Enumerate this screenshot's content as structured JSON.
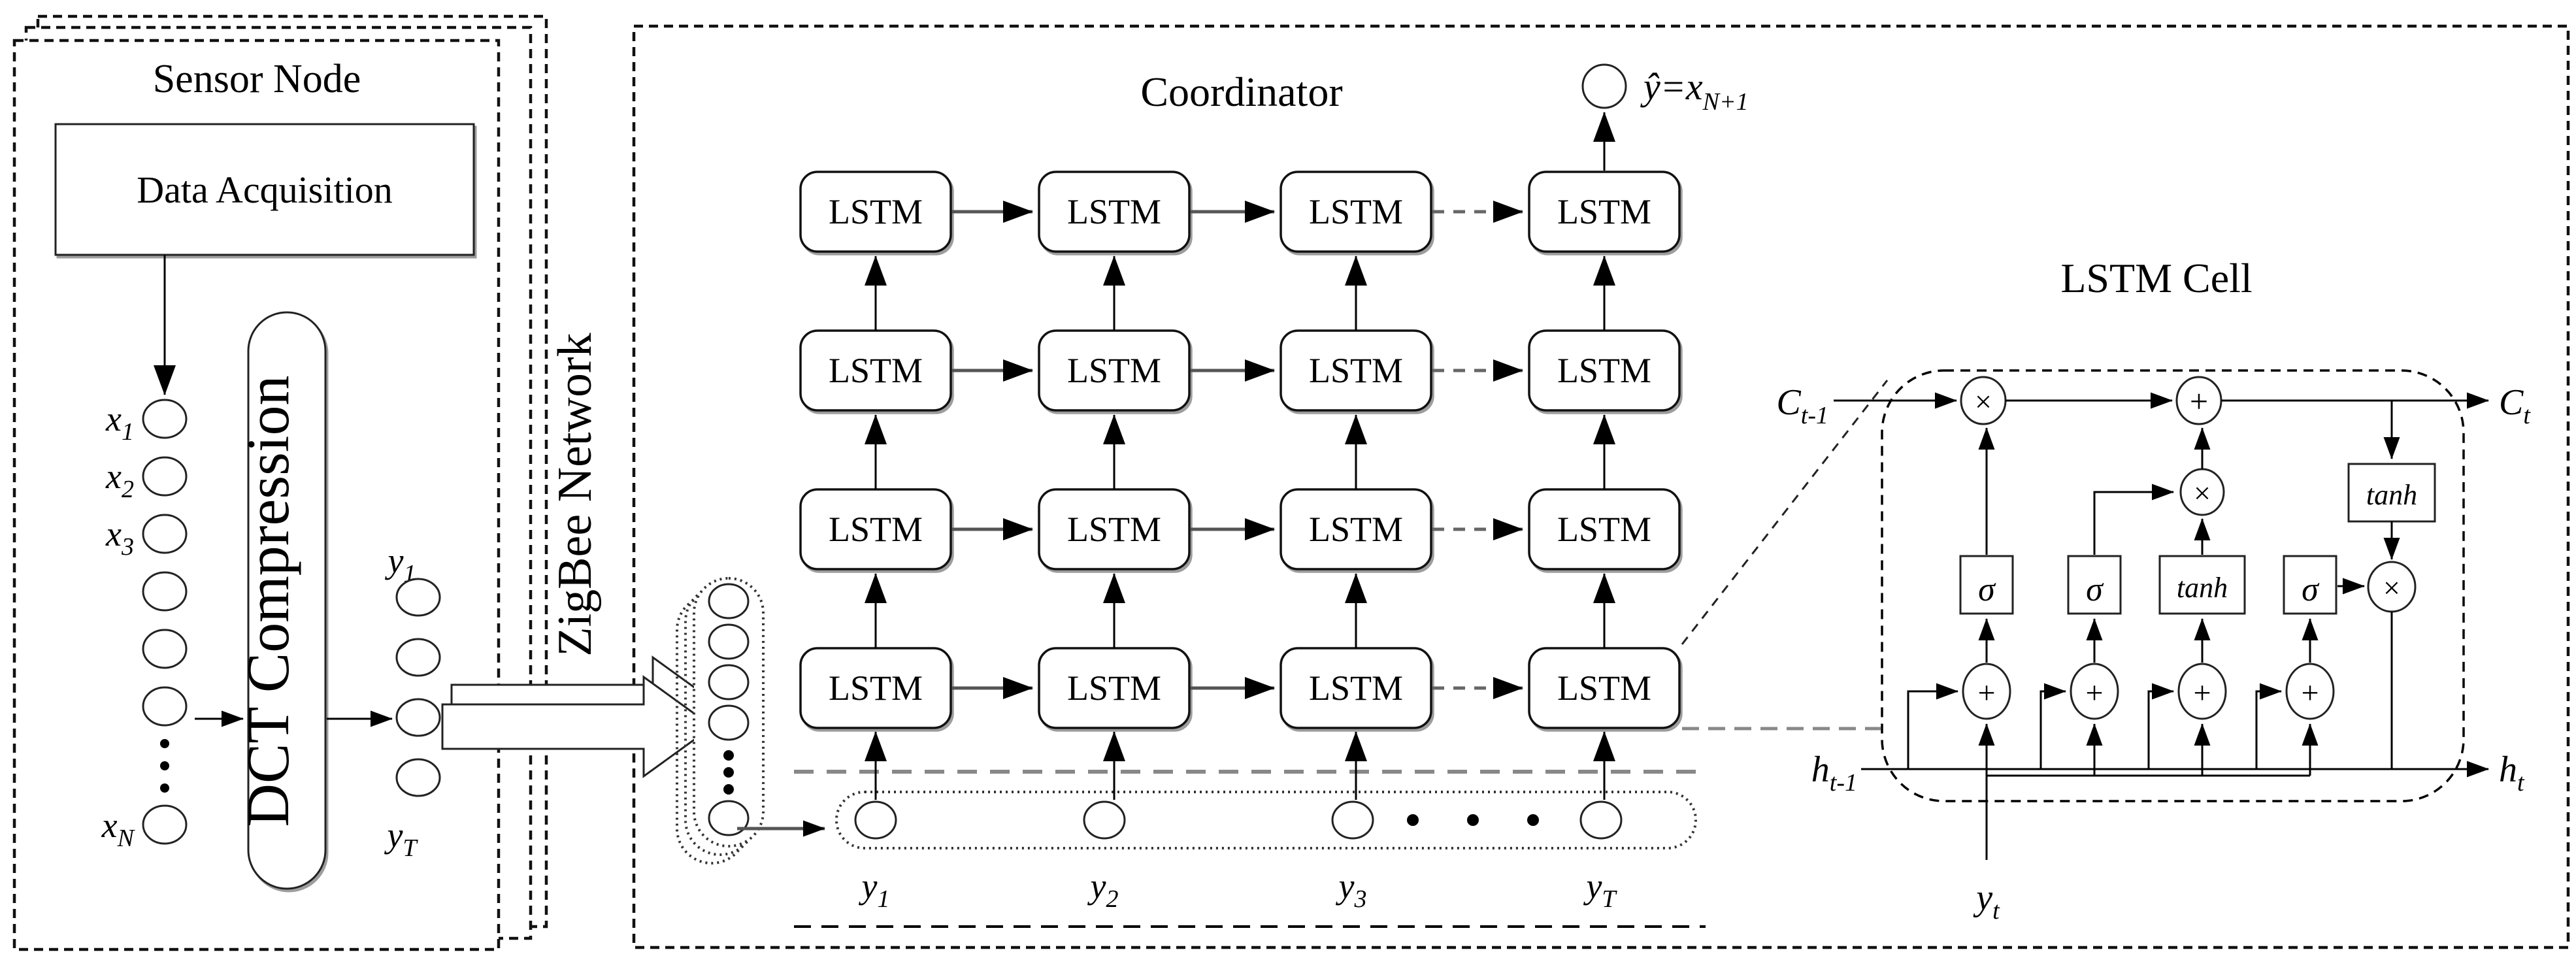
{
  "figure": {
    "background": "#ffffff",
    "line_color": "#000000",
    "gray_color": "#808080"
  },
  "sensor_node": {
    "title": "Sensor Node",
    "acquisition_label": "Data Acquisition",
    "compression_label": "DCT Compression",
    "inputs": [
      {
        "base": "x",
        "sub": "1"
      },
      {
        "base": "x",
        "sub": "2"
      },
      {
        "base": "x",
        "sub": "3"
      },
      {
        "base": "x",
        "sub": "N"
      }
    ],
    "outputs": [
      {
        "base": "y",
        "sub": "1"
      },
      {
        "base": "y",
        "sub": "T"
      }
    ]
  },
  "network": {
    "label": "ZigBee Network"
  },
  "coordinator": {
    "title": "Coordinator",
    "lstm_label": "LSTM",
    "prediction": {
      "base": "ŷ=x",
      "sub": "N+1"
    },
    "inputs": [
      {
        "base": "y",
        "sub": "1"
      },
      {
        "base": "y",
        "sub": "2"
      },
      {
        "base": "y",
        "sub": "3"
      },
      {
        "base": "y",
        "sub": "T"
      }
    ]
  },
  "lstm_cell": {
    "title": "LSTM Cell",
    "cell_state_in": {
      "base": "C",
      "sub": "t-1"
    },
    "cell_state_out": {
      "base": "C",
      "sub": "t"
    },
    "hidden_in": {
      "base": "h",
      "sub": "t-1"
    },
    "hidden_out": {
      "base": "h",
      "sub": "t"
    },
    "input": {
      "base": "y",
      "sub": "t"
    },
    "sigma": "σ",
    "tanh": "tanh",
    "multiply": "×",
    "add": "+"
  }
}
